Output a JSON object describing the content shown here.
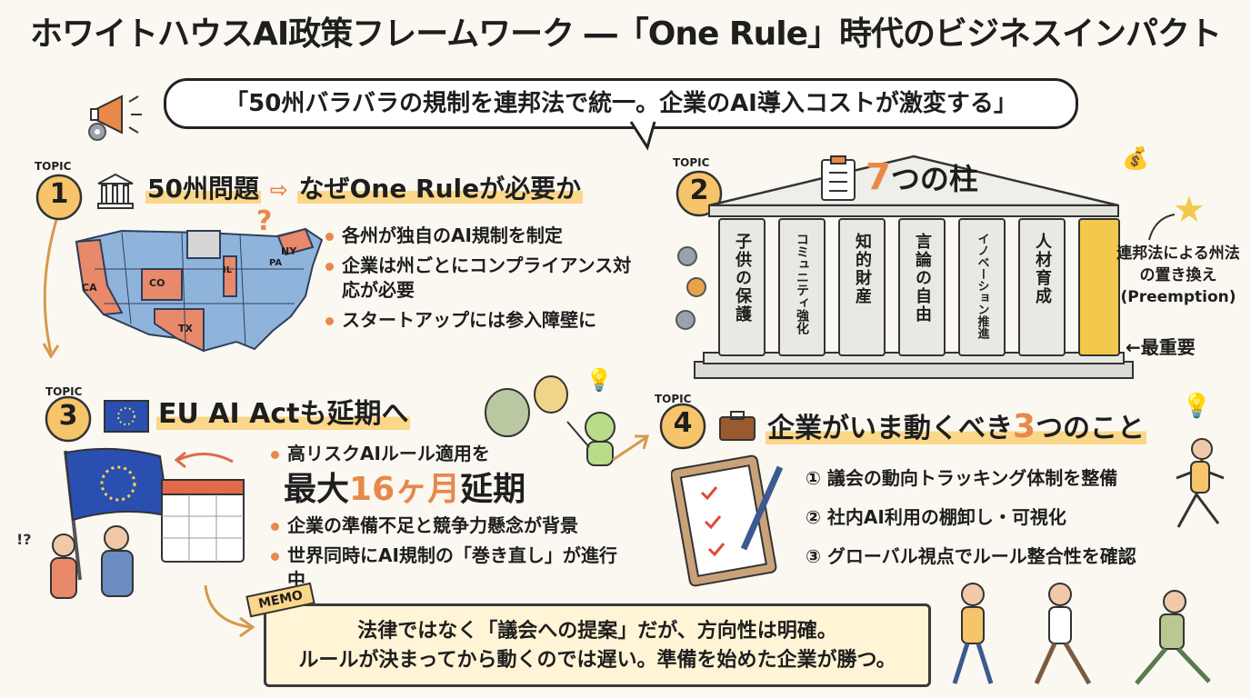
{
  "title": "ホワイトハウスAI政策フレームワーク ―「One Rule」時代のビジネスインパクト",
  "quote": "「50州バラバラの規制を連邦法で統一。企業のAI導入コストが激変する」",
  "topic_label": "TOPIC",
  "topic1": {
    "number": "1",
    "heading_left": "50州問題",
    "heading_right": "なぜOne Ruleが必要か",
    "map_labels": [
      "CA",
      "CO",
      "TX",
      "IL",
      "NY",
      "PA"
    ],
    "bullets": [
      "各州が独自のAI規制を制定",
      "企業は州ごとにコンプライアンス対応が必要",
      "スタートアップには参入障壁に"
    ]
  },
  "topic2": {
    "number": "2",
    "heading_num": "7",
    "heading_text": "つの柱",
    "pillars": [
      "子供の保護",
      "コミュニティ強化",
      "知的財産",
      "言論の自由",
      "イノベーション推進",
      "人材育成"
    ],
    "golden": "連邦法による州法の置き換え (Preemption)",
    "golden_note": "←最重要"
  },
  "topic3": {
    "number": "3",
    "heading": "EU AI Actも延期へ",
    "bullet1": "高リスクAIルール適用を",
    "big_prefix": "最大",
    "big_num": "16ヶ月",
    "big_suffix": "延期",
    "bullets": [
      "企業の準備不足と競争力懸念が背景",
      "世界同時にAI規制の「巻き直し」が進行中"
    ],
    "exclaim": "!?"
  },
  "topic4": {
    "number": "4",
    "heading_pre": "企業がいま動くべき",
    "heading_num": "3",
    "heading_post": "つのこと",
    "items": [
      "① 議会の動向トラッキング体制を整備",
      "② 社内AI利用の棚卸し・可視化",
      "③ グローバル視点でルール整合性を確認"
    ]
  },
  "memo": {
    "tag": "MEMO",
    "line1": "法律ではなく「議会への提案」だが、方向性は明確。",
    "line2": "ルールが決まってから動くのでは遅い。準備を始めた企業が勝つ。"
  },
  "colors": {
    "accent_orange": "#e8894a",
    "highlight": "#fbd78a",
    "gold": "#f2c94c",
    "state_blue": "#8fb4dc",
    "state_red": "#e8896a",
    "eu_blue": "#2a4fb0"
  }
}
